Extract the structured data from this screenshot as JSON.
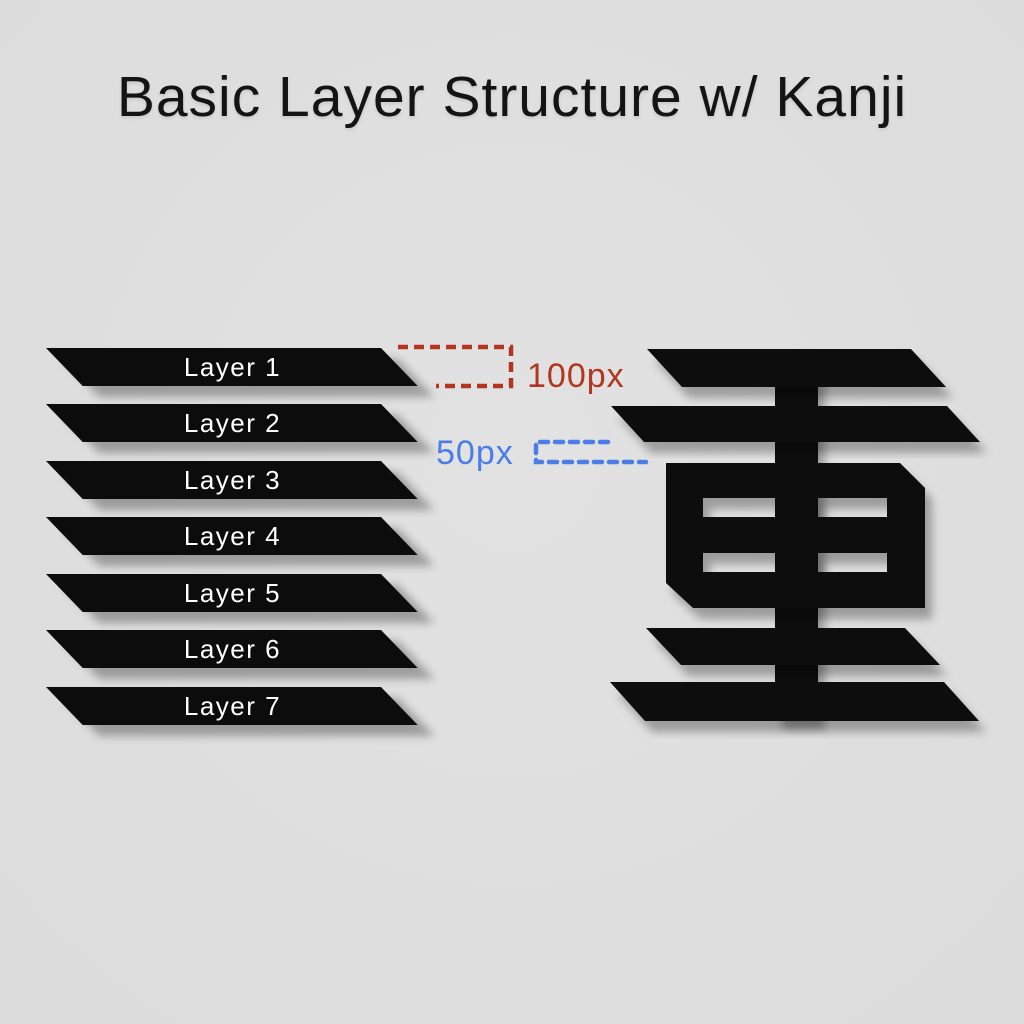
{
  "title": "Basic Layer Structure w/ Kanji",
  "layer_stack": {
    "items": [
      {
        "label": "Layer 1"
      },
      {
        "label": "Layer 2"
      },
      {
        "label": "Layer 3"
      },
      {
        "label": "Layer 4"
      },
      {
        "label": "Layer 5"
      },
      {
        "label": "Layer 6"
      },
      {
        "label": "Layer 7"
      }
    ]
  },
  "measurements": {
    "layer_height": {
      "value": "100px",
      "color": "#b23620"
    },
    "layer_gap": {
      "value": "50px",
      "color": "#4a7de8"
    }
  },
  "kanji": {
    "glyph": "重"
  },
  "colors": {
    "background": "#dcdcdc",
    "shape_black": "#0c0c0c",
    "label_white": "#ffffff",
    "height_red": "#b23620",
    "gap_blue": "#4a7de8"
  }
}
